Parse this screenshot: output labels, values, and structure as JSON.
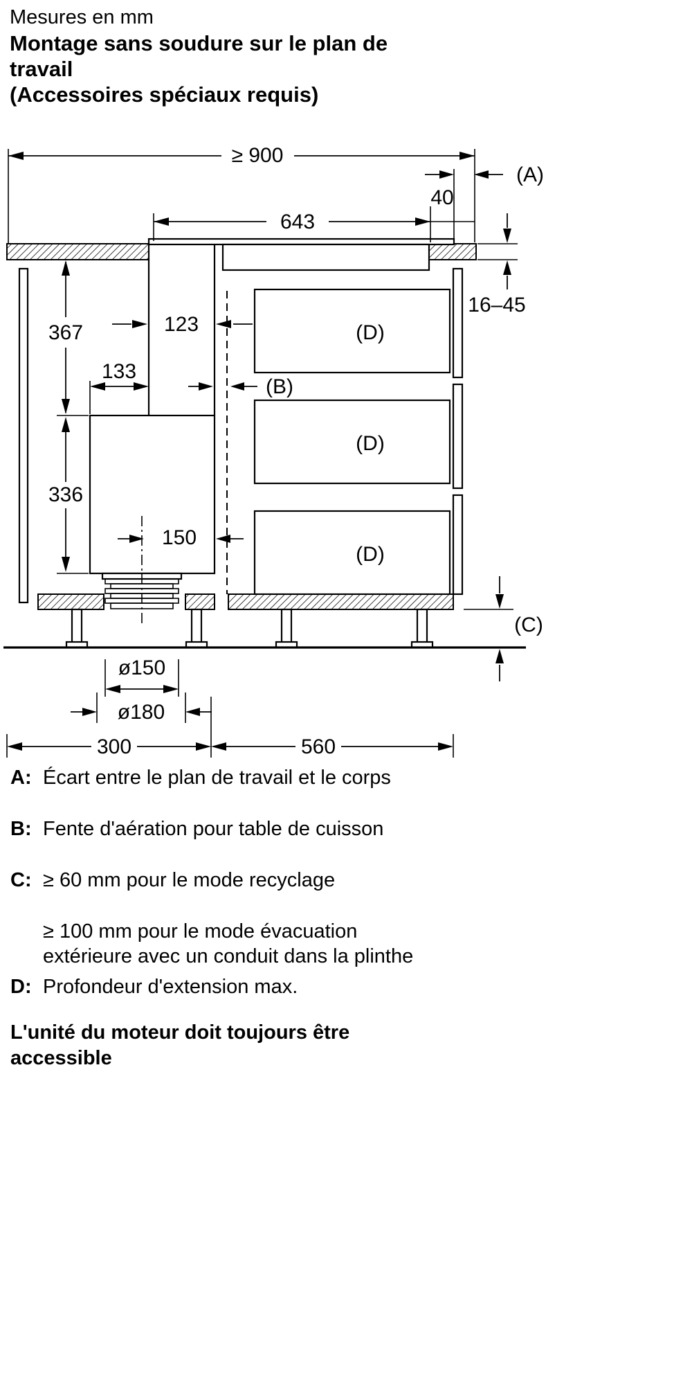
{
  "title": {
    "measures": "Mesures en mm",
    "heading": "Montage sans soudure sur le plan de\ntravail",
    "subheading": "(Accessoires spéciaux requis)"
  },
  "diagram": {
    "dim_total_width": "≥ 900",
    "dim_40": "40",
    "dim_643": "643",
    "dim_thickness": "16–45",
    "dim_367": "367",
    "dim_123": "123",
    "dim_133": "133",
    "dim_336": "336",
    "dim_150": "150",
    "dim_dia150": "ø150",
    "dim_dia180": "ø180",
    "dim_300": "300",
    "dim_560": "560",
    "label_a": "(A)",
    "label_b": "(B)",
    "label_c": "(C)",
    "label_d": "(D)"
  },
  "legend": {
    "items": [
      {
        "key": "A:",
        "text": "Écart entre le plan de travail et le corps"
      },
      {
        "key": "B:",
        "text": "Fente d'aération pour table de cuisson"
      },
      {
        "key": "C:",
        "text": "≥ 60 mm pour le mode recyclage"
      },
      {
        "key": "",
        "text": "≥ 100 mm pour le mode évacuation\nextérieure avec un conduit dans la plinthe"
      },
      {
        "key": "D:",
        "text": "Profondeur d'extension max."
      }
    ],
    "note": "L'unité du moteur doit toujours être\naccessible"
  }
}
